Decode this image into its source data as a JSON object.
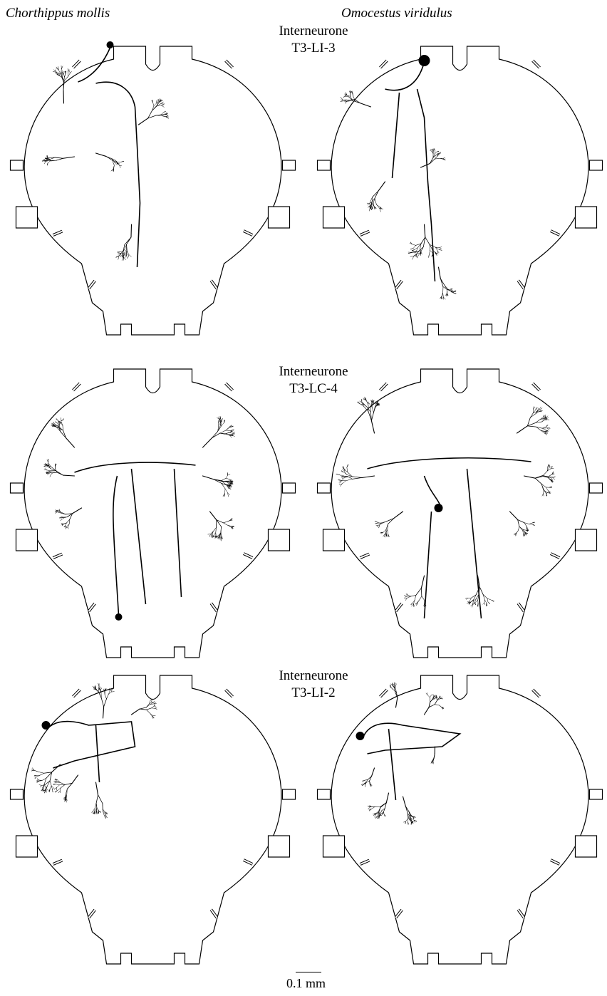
{
  "species": {
    "left": "Chorthippus mollis",
    "right": "Omocestus viridulus"
  },
  "rows": [
    {
      "line1": "Interneurone",
      "line2": "T3-LI-3"
    },
    {
      "line1": "Interneurone",
      "line2": "T3-LC-4"
    },
    {
      "line1": "Interneurone",
      "line2": "T3-LI-2"
    }
  ],
  "scale_label": "0.1 mm"
}
